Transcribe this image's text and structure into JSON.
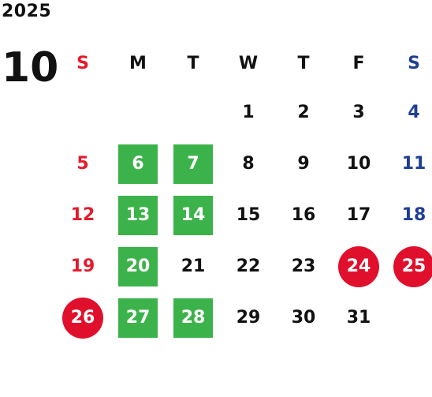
{
  "year": "2025",
  "month": "10",
  "weekdays": [
    "S",
    "M",
    "T",
    "W",
    "T",
    "F",
    "S"
  ],
  "colors": {
    "sunday": "#e31b2b",
    "saturday": "#1f3e94",
    "green_highlight": "#3cb34a",
    "red_highlight": "#e0102d"
  },
  "days": [
    {
      "d": "",
      "col": 0,
      "type": "empty"
    },
    {
      "d": "",
      "col": 1,
      "type": "empty"
    },
    {
      "d": "",
      "col": 2,
      "type": "empty"
    },
    {
      "d": "1",
      "col": 3,
      "type": "normal"
    },
    {
      "d": "2",
      "col": 4,
      "type": "normal"
    },
    {
      "d": "3",
      "col": 5,
      "type": "normal"
    },
    {
      "d": "4",
      "col": 6,
      "type": "sat"
    },
    {
      "d": "5",
      "col": 0,
      "type": "sun"
    },
    {
      "d": "6",
      "col": 1,
      "type": "green"
    },
    {
      "d": "7",
      "col": 2,
      "type": "green"
    },
    {
      "d": "8",
      "col": 3,
      "type": "normal"
    },
    {
      "d": "9",
      "col": 4,
      "type": "normal"
    },
    {
      "d": "10",
      "col": 5,
      "type": "normal"
    },
    {
      "d": "11",
      "col": 6,
      "type": "sat"
    },
    {
      "d": "12",
      "col": 0,
      "type": "sun"
    },
    {
      "d": "13",
      "col": 1,
      "type": "green"
    },
    {
      "d": "14",
      "col": 2,
      "type": "green"
    },
    {
      "d": "15",
      "col": 3,
      "type": "normal"
    },
    {
      "d": "16",
      "col": 4,
      "type": "normal"
    },
    {
      "d": "17",
      "col": 5,
      "type": "normal"
    },
    {
      "d": "18",
      "col": 6,
      "type": "sat"
    },
    {
      "d": "19",
      "col": 0,
      "type": "sun"
    },
    {
      "d": "20",
      "col": 1,
      "type": "green"
    },
    {
      "d": "21",
      "col": 2,
      "type": "normal"
    },
    {
      "d": "22",
      "col": 3,
      "type": "normal"
    },
    {
      "d": "23",
      "col": 4,
      "type": "normal"
    },
    {
      "d": "24",
      "col": 5,
      "type": "red"
    },
    {
      "d": "25",
      "col": 6,
      "type": "red"
    },
    {
      "d": "26",
      "col": 0,
      "type": "red"
    },
    {
      "d": "27",
      "col": 1,
      "type": "green"
    },
    {
      "d": "28",
      "col": 2,
      "type": "green"
    },
    {
      "d": "29",
      "col": 3,
      "type": "normal"
    },
    {
      "d": "30",
      "col": 4,
      "type": "normal"
    },
    {
      "d": "31",
      "col": 5,
      "type": "normal"
    }
  ]
}
